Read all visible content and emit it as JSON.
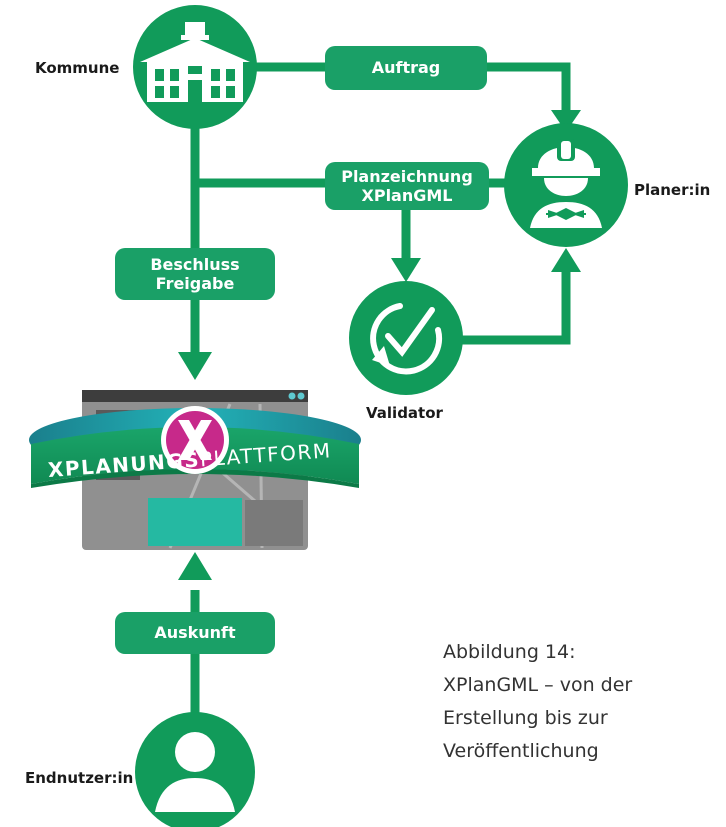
{
  "colors": {
    "green": "#119b5a",
    "pill": "#1aa067",
    "teal": "#1a98a3",
    "gray": "#8f8f8f",
    "magenta": "#c7298a"
  },
  "actors": {
    "kommune": {
      "label": "Kommune",
      "icon": "town-hall-icon"
    },
    "planer": {
      "label": "Planer:in",
      "icon": "engineer-icon"
    },
    "validator": {
      "label": "Validator",
      "icon": "check-cycle-icon"
    },
    "endnutzer": {
      "label": "Endnutzer:in",
      "icon": "user-icon"
    }
  },
  "flows": {
    "auftrag": "Auftrag",
    "planzeichnung_line1": "Planzeichnung",
    "planzeichnung_line2": "XPlanGML",
    "beschluss_line1": "Beschluss",
    "freigabe_line2": "Freigabe",
    "auskunft": "Auskunft"
  },
  "platform": {
    "name_bold": "XPLANUNGS",
    "name_light": "PLATTFORM",
    "logo": "x-logo-icon"
  },
  "caption": {
    "line1": "Abbildung 14:",
    "line2": "XPlanGML – von der",
    "line3": "Erstellung bis zur",
    "line4": "Veröffentlichung"
  }
}
